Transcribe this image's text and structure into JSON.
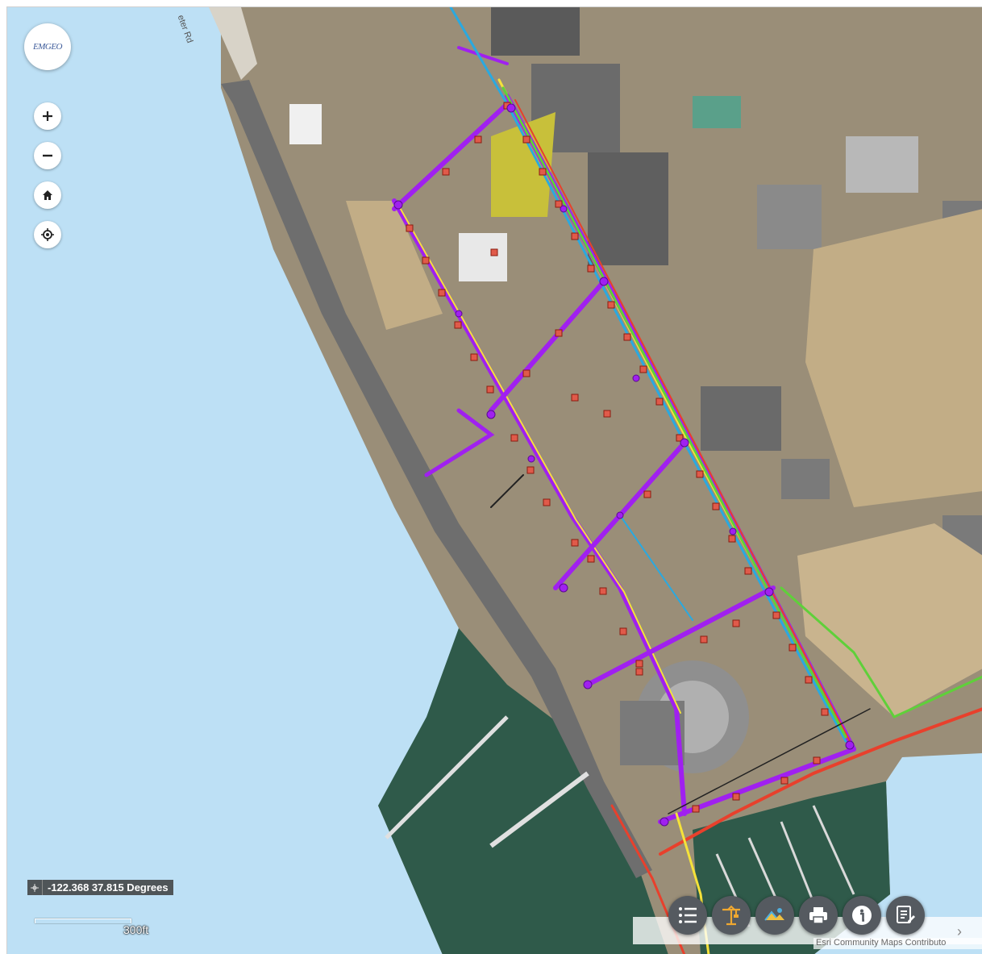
{
  "logo": {
    "text": "EMGEO"
  },
  "controls": {
    "zoom_in": "+",
    "zoom_out": "−"
  },
  "map": {
    "road_label": "eter Rd"
  },
  "coordinates": {
    "text": "-122.368 37.815 Degrees"
  },
  "scale": {
    "label": "300ft"
  },
  "attribution": {
    "text": "Esri Community Maps Contributo"
  },
  "toolbar": {
    "items": [
      "legend-icon",
      "crane-icon",
      "basemap-icon",
      "print-icon",
      "info-icon",
      "notes-icon"
    ]
  },
  "colors": {
    "water": "#bde0f5",
    "utility_purple": "#a020f0",
    "utility_red": "#e8402c",
    "utility_blue": "#2aa9e0",
    "utility_green": "#5fd03a",
    "utility_yellow": "#f5e23a",
    "toolbar_bg": "#555a60"
  }
}
